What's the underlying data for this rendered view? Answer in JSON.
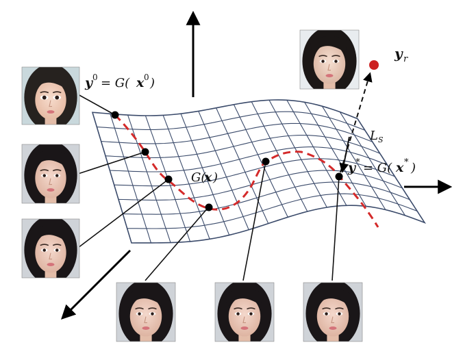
{
  "diagram": {
    "labels": {
      "y0_lhs": "y",
      "y0_sup": "0",
      "y0_eq": "= G(",
      "y0_x": "x",
      "y0_xsup": "0",
      "y0_close": ")",
      "gx_g": "G(",
      "gx_x": "x",
      "gx_close": ")",
      "ystar_lhs": "y",
      "ystar_sup": "*",
      "ystar_eq": "= G(",
      "ystar_x": "x",
      "ystar_xsup": "*",
      "ystar_close": ")",
      "yr_main": "y",
      "yr_sub": "r",
      "ls_main": "L",
      "ls_sub": "S"
    },
    "faces": [
      {
        "id": "face-left-1",
        "style": "cartoon"
      },
      {
        "id": "face-left-2",
        "style": "game-character"
      },
      {
        "id": "face-left-3",
        "style": "game-character"
      },
      {
        "id": "face-bottom-1",
        "style": "game-character"
      },
      {
        "id": "face-bottom-2",
        "style": "game-character"
      },
      {
        "id": "face-bottom-3",
        "style": "game-character"
      },
      {
        "id": "face-reference",
        "style": "photo"
      }
    ],
    "colors": {
      "trajectory": "#d42a2a",
      "reference_point": "#cc2222",
      "grid": "#3a4a6a",
      "axis": "#000000"
    }
  }
}
